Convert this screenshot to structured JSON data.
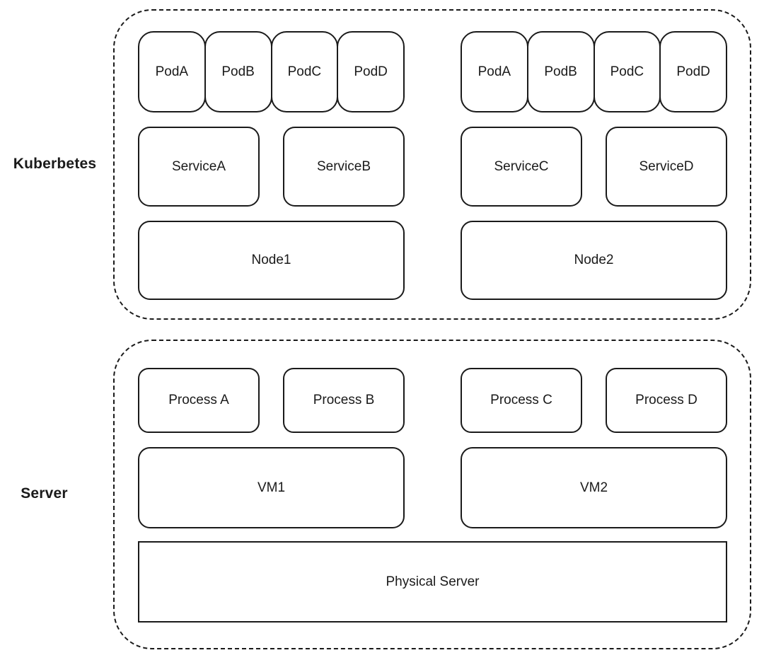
{
  "sections": {
    "kubernetes": {
      "label": "Kuberbetes",
      "groups": [
        {
          "pods": [
            "PodA",
            "PodB",
            "PodC",
            "PodD"
          ],
          "services": [
            "ServiceA",
            "ServiceB"
          ],
          "node": "Node1"
        },
        {
          "pods": [
            "PodA",
            "PodB",
            "PodC",
            "PodD"
          ],
          "services": [
            "ServiceC",
            "ServiceD"
          ],
          "node": "Node2"
        }
      ]
    },
    "server": {
      "label": "Server",
      "groups": [
        {
          "processes": [
            "Process A",
            "Process B"
          ],
          "vm": "VM1"
        },
        {
          "processes": [
            "Process C",
            "Process D"
          ],
          "vm": "VM2"
        }
      ],
      "physical_server": "Physical Server"
    }
  },
  "colors": {
    "line": "#1a1a1a",
    "background": "#ffffff"
  }
}
